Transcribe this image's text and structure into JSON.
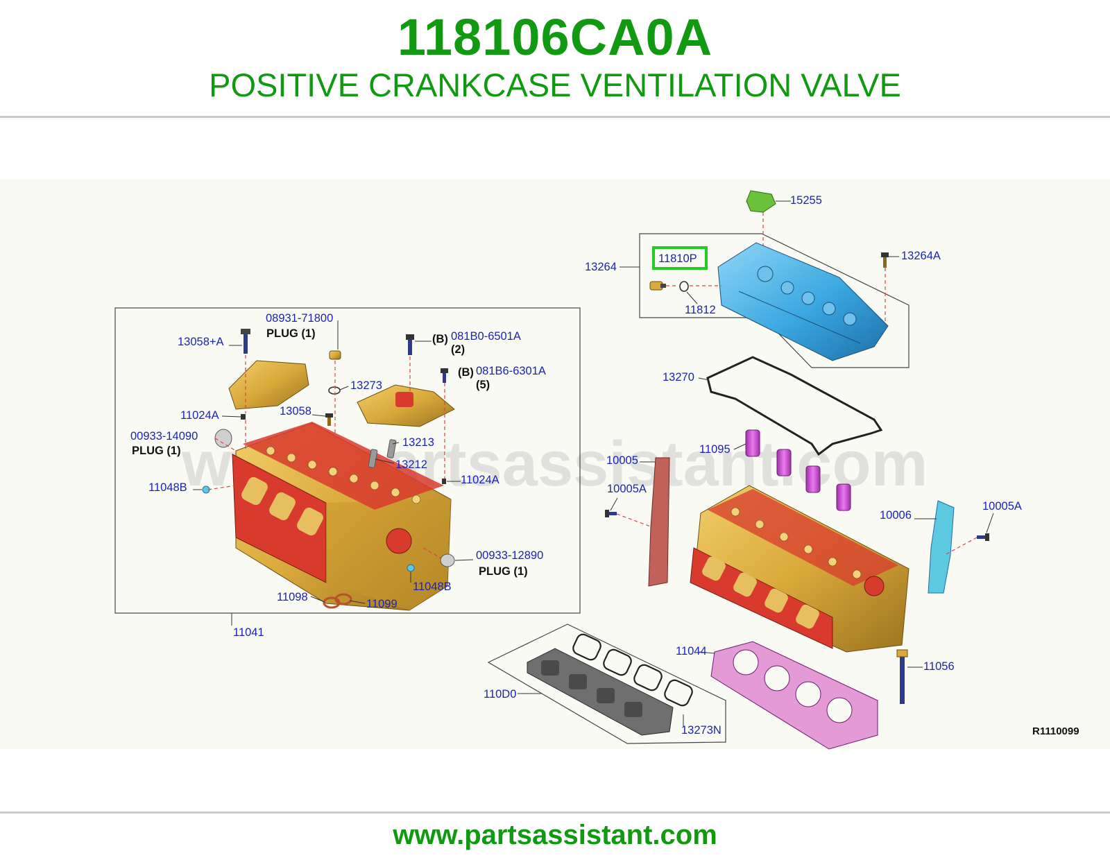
{
  "header": {
    "part_number": "118106CA0A",
    "part_name": "POSITIVE CRANKCASE VENTILATION VALVE"
  },
  "diagram": {
    "watermark": "www.partsassistant.com",
    "reference_code": "R1110099",
    "highlighted_callout": "11810P",
    "highlight_color": "#22cc22",
    "colors": {
      "cylinder_head": "#d9a93a",
      "head_gasket_face": "#d83a2e",
      "valve_cover": "#3aa7e0",
      "oil_cap": "#6ac23a",
      "tubes": "#d04ad8",
      "chain_guide": "#c0625a",
      "tensioner": "#5cc9e0",
      "head_gasket": "#e49ad4",
      "manifold_gasket": "#6f6f6f",
      "callout_text": "#1a23b8"
    },
    "callouts": [
      {
        "id": "c-15255",
        "text": "15255"
      },
      {
        "id": "c-13264",
        "text": "13264"
      },
      {
        "id": "c-11810p",
        "text": "11810P"
      },
      {
        "id": "c-13264a",
        "text": "13264A"
      },
      {
        "id": "c-11812",
        "text": "11812"
      },
      {
        "id": "c-08931",
        "text": "08931-71800"
      },
      {
        "id": "c-08931-note",
        "text": "PLUG (1)"
      },
      {
        "id": "c-13058a",
        "text": "13058+A"
      },
      {
        "id": "c-081b0",
        "text": "081B0-6501A"
      },
      {
        "id": "c-081b0-b",
        "text": "(B)"
      },
      {
        "id": "c-081b0-qty",
        "text": "(2)"
      },
      {
        "id": "c-081b6",
        "text": "081B6-6301A"
      },
      {
        "id": "c-081b6-b",
        "text": "(B)"
      },
      {
        "id": "c-081b6-qty",
        "text": "(5)"
      },
      {
        "id": "c-13270",
        "text": "13270"
      },
      {
        "id": "c-13273",
        "text": "13273"
      },
      {
        "id": "c-11024a-1",
        "text": "11024A"
      },
      {
        "id": "c-13058",
        "text": "13058"
      },
      {
        "id": "c-00933-14090",
        "text": "00933-14090"
      },
      {
        "id": "c-plug-14090",
        "text": "PLUG (1)"
      },
      {
        "id": "c-13213",
        "text": "13213"
      },
      {
        "id": "c-11095",
        "text": "11095"
      },
      {
        "id": "c-13212",
        "text": "13212"
      },
      {
        "id": "c-10005",
        "text": "10005"
      },
      {
        "id": "c-11048b-1",
        "text": "11048B"
      },
      {
        "id": "c-11024a-2",
        "text": "11024A"
      },
      {
        "id": "c-10005a-1",
        "text": "10005A"
      },
      {
        "id": "c-10006",
        "text": "10006"
      },
      {
        "id": "c-10005a-2",
        "text": "10005A"
      },
      {
        "id": "c-00933-12890",
        "text": "00933-12890"
      },
      {
        "id": "c-plug-12890",
        "text": "PLUG (1)"
      },
      {
        "id": "c-11048b-2",
        "text": "11048B"
      },
      {
        "id": "c-11098",
        "text": "11098"
      },
      {
        "id": "c-11099",
        "text": "11099"
      },
      {
        "id": "c-11041",
        "text": "11041"
      },
      {
        "id": "c-11044",
        "text": "11044"
      },
      {
        "id": "c-11056",
        "text": "11056"
      },
      {
        "id": "c-110d0",
        "text": "110D0"
      },
      {
        "id": "c-13273n",
        "text": "13273N"
      }
    ]
  },
  "footer": {
    "url": "www.partsassistant.com"
  }
}
